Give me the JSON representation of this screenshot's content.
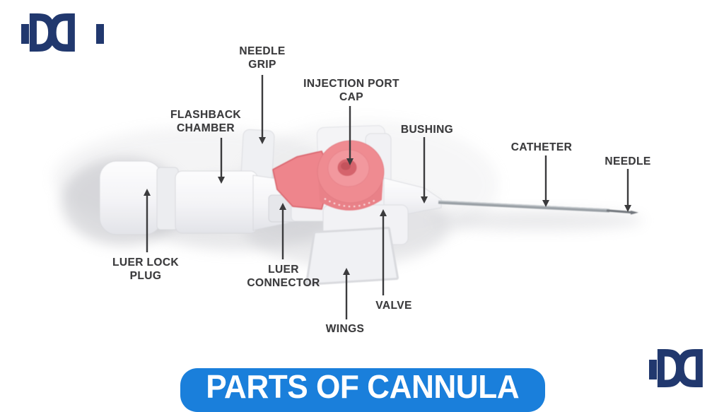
{
  "page": {
    "background_color": "#ffffff"
  },
  "branding": {
    "logo_name": "dd-monogram-logo",
    "logo_letter": "D",
    "logo_color": "#21386e",
    "positions": [
      "top-left",
      "bottom-right"
    ]
  },
  "banner": {
    "title": "PARTS OF CANNULA",
    "background_color": "#1a7fdb",
    "text_color": "#ffffff"
  },
  "diagram": {
    "subject": "IV cannula parts diagram",
    "labels": [
      {
        "id": "needle-grip",
        "text": "NEEDLE\nGRIP"
      },
      {
        "id": "injection-port-cap",
        "text": "INJECTION PORT\nCAP"
      },
      {
        "id": "flashback-chamber",
        "text": "FLASHBACK\nCHAMBER"
      },
      {
        "id": "bushing",
        "text": "BUSHING"
      },
      {
        "id": "catheter",
        "text": "CATHETER"
      },
      {
        "id": "needle",
        "text": "NEEDLE"
      },
      {
        "id": "luer-lock-plug",
        "text": "LUER LOCK\nPLUG"
      },
      {
        "id": "luer-connector",
        "text": "LUER\nCONNECTOR"
      },
      {
        "id": "wings",
        "text": "WINGS"
      },
      {
        "id": "valve",
        "text": "VALVE"
      }
    ],
    "colors": {
      "label_text": "#3b3b3d",
      "arrow": "#3b3b3d",
      "body_plastic": "#f6f6f8",
      "injection_cap_pink": "#ef8b91",
      "injection_cap_center": "#d5636c",
      "catheter_gray": "#9aa0a6",
      "needle_gray": "#72777d"
    }
  }
}
